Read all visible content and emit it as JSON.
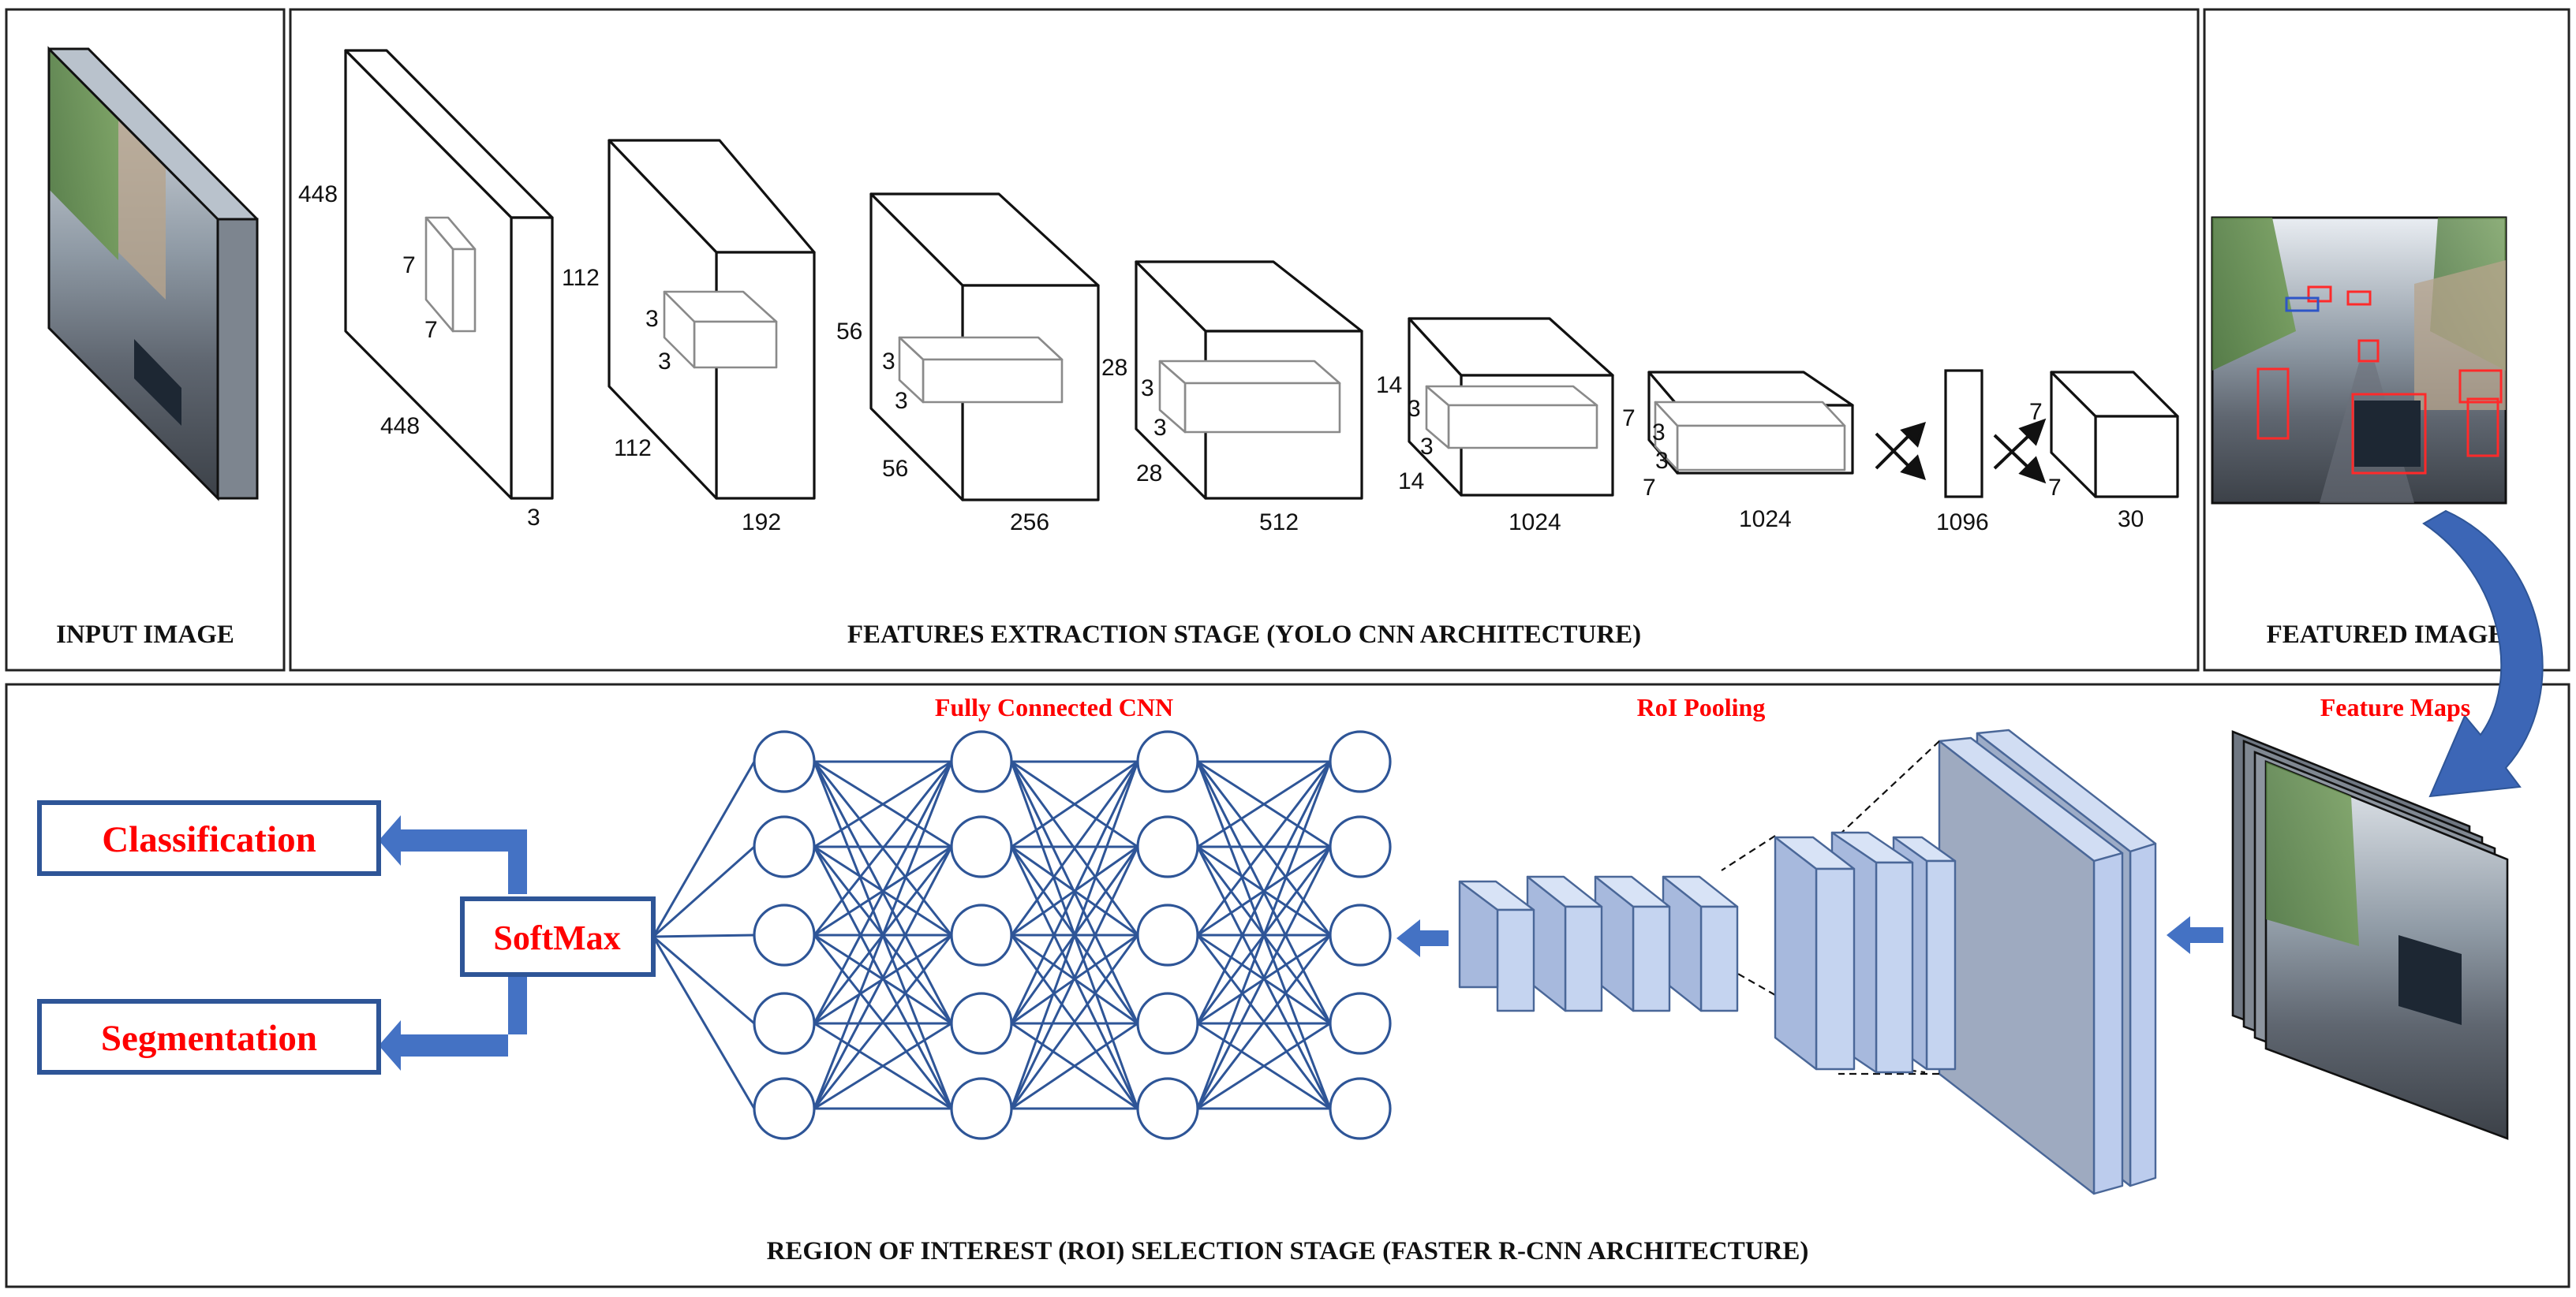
{
  "panels": {
    "input_caption": "INPUT IMAGE",
    "features_caption": "FEATURES EXTRACTION STAGE (YOLO CNN ARCHITECTURE)",
    "featured_caption": "FEATURED IMAGE",
    "roi_caption": "REGION OF INTEREST (ROI) SELECTION STAGE (FASTER R-CNN ARCHITECTURE)"
  },
  "yolo_layers": [
    {
      "height": "448",
      "width": "448",
      "depth": "3",
      "kernel": "7",
      "kernel_b": "7"
    },
    {
      "height": "112",
      "width": "112",
      "depth": "192",
      "kernel": "3",
      "kernel_b": "3"
    },
    {
      "height": "56",
      "width": "56",
      "depth": "256",
      "kernel": "3",
      "kernel_b": "3"
    },
    {
      "height": "28",
      "width": "28",
      "depth": "512",
      "kernel": "3",
      "kernel_b": "3"
    },
    {
      "height": "14",
      "width": "14",
      "depth": "1024",
      "kernel": "3",
      "kernel_b": "3"
    },
    {
      "height": "7",
      "width": "7",
      "depth": "1024",
      "kernel": "3",
      "kernel_b": "3"
    }
  ],
  "fc_layer": {
    "depth": "1096"
  },
  "output_layer": {
    "height": "7",
    "width": "7",
    "depth": "30"
  },
  "faster_rcnn": {
    "fc_label": "Fully Connected CNN",
    "roi_label": "RoI Pooling",
    "feature_maps_label": "Feature Maps",
    "softmax_label": "SoftMax",
    "classification_label": "Classification",
    "segmentation_label": "Segmentation"
  },
  "colors": {
    "accent_blue": "#2e5597",
    "label_red": "#ff0000",
    "layer_fill": "#c5d4f0"
  }
}
